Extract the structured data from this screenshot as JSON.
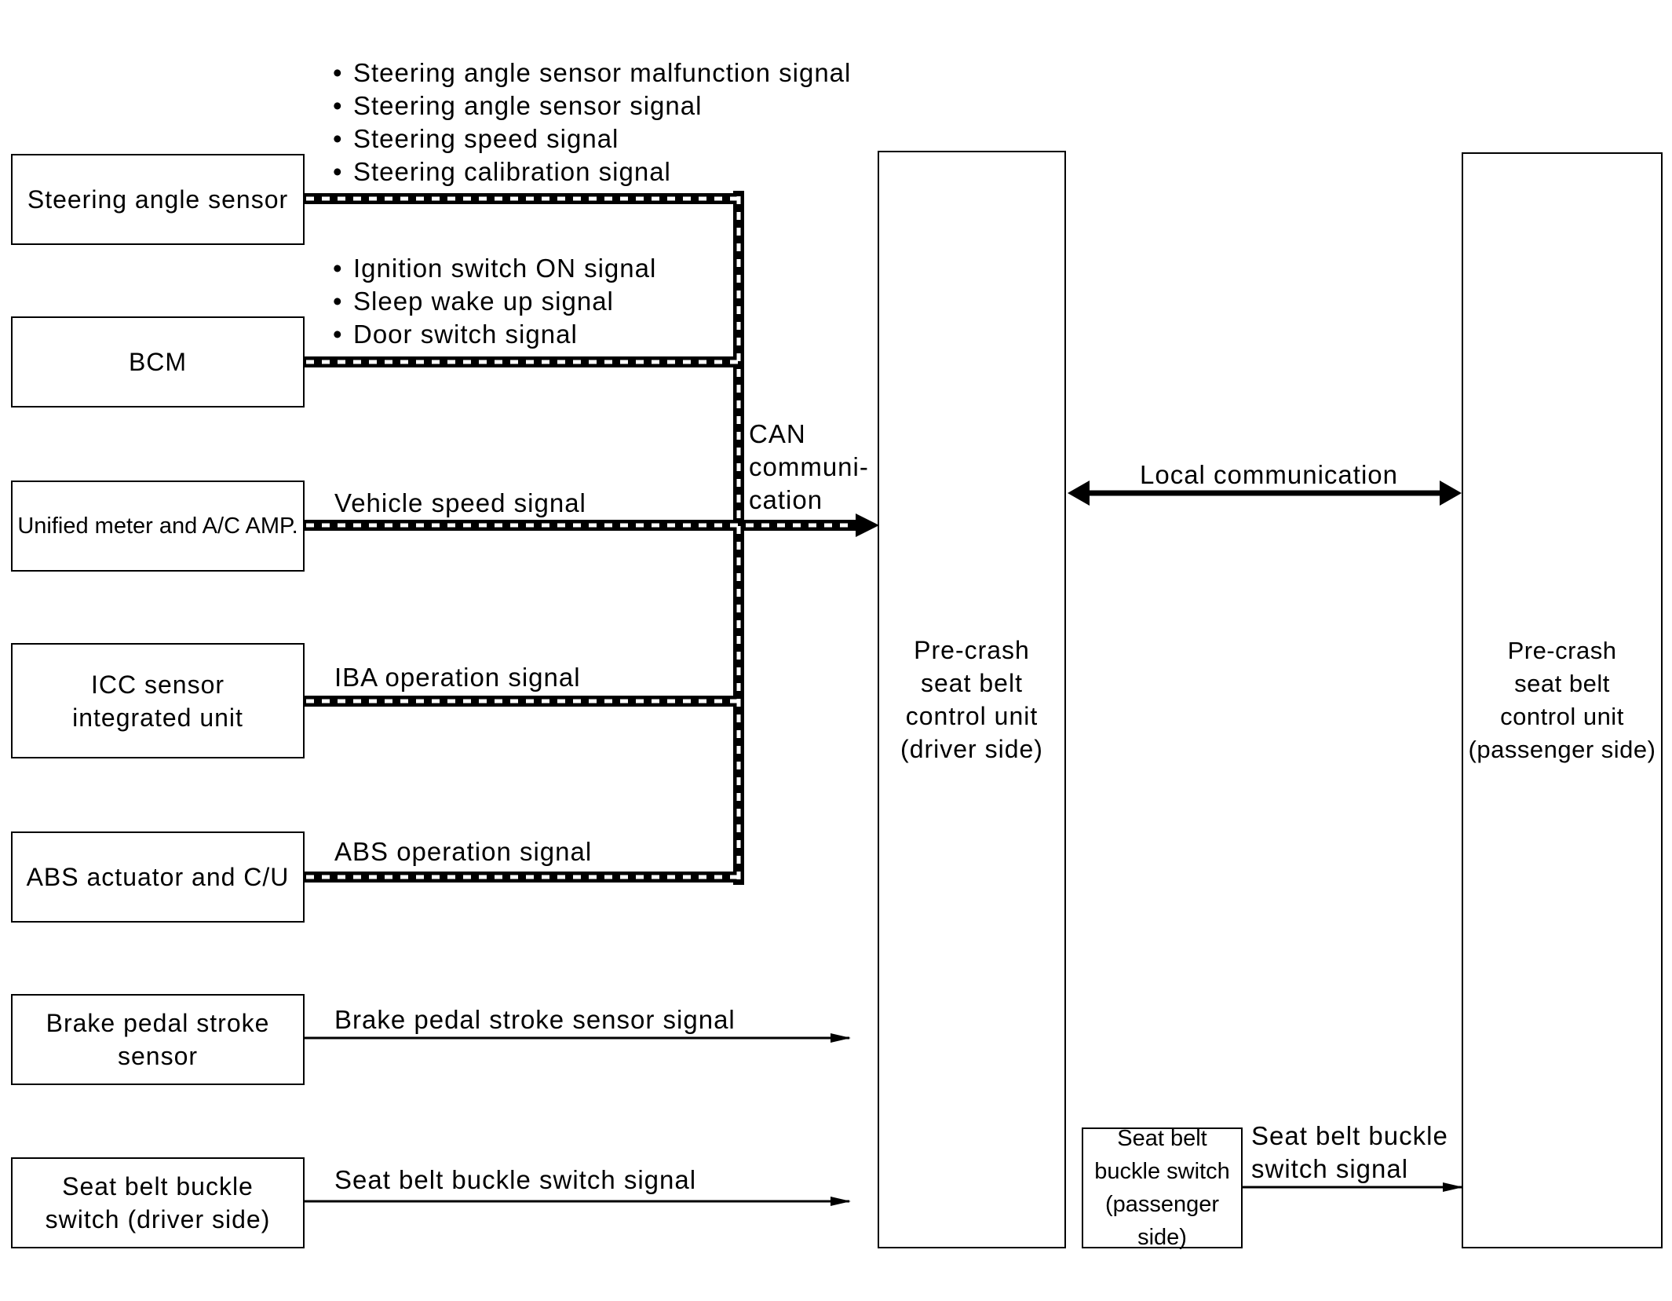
{
  "nodes": {
    "steering_angle_sensor": "Steering angle sensor",
    "bcm": "BCM",
    "unified_meter": "Unified meter and A/C AMP.",
    "icc_sensor": [
      "ICC sensor",
      "integrated unit"
    ],
    "abs_actuator": "ABS actuator and C/U",
    "brake_pedal_sensor": [
      "Brake pedal stroke",
      "sensor"
    ],
    "seat_belt_switch_driver": [
      "Seat belt buckle",
      "switch (driver side)"
    ],
    "precrash_driver": [
      "Pre-crash",
      "seat belt",
      "control unit",
      "(driver side)"
    ],
    "seat_belt_switch_passenger": [
      "Seat belt",
      "buckle switch",
      "(passenger side)"
    ],
    "precrash_passenger": [
      "Pre-crash",
      "seat belt",
      "control unit",
      "(passenger side)"
    ]
  },
  "signals": {
    "steering": [
      "Steering angle sensor malfunction signal",
      "Steering angle sensor signal",
      "Steering speed signal",
      "Steering calibration signal"
    ],
    "bcm": [
      "Ignition switch ON signal",
      "Sleep wake up signal",
      "Door switch signal"
    ],
    "vehicle_speed": "Vehicle speed signal",
    "iba": "IBA operation signal",
    "abs": "ABS operation signal",
    "brake_pedal": "Brake pedal stroke sensor signal",
    "seat_belt_driver": "Seat belt buckle switch signal",
    "seat_belt_passenger": [
      "Seat belt buckle",
      "switch signal"
    ]
  },
  "can_label": [
    "CAN",
    "communi-",
    "cation"
  ],
  "local_label": "Local communication",
  "colors": {
    "line": "#000000",
    "background": "#ffffff"
  }
}
